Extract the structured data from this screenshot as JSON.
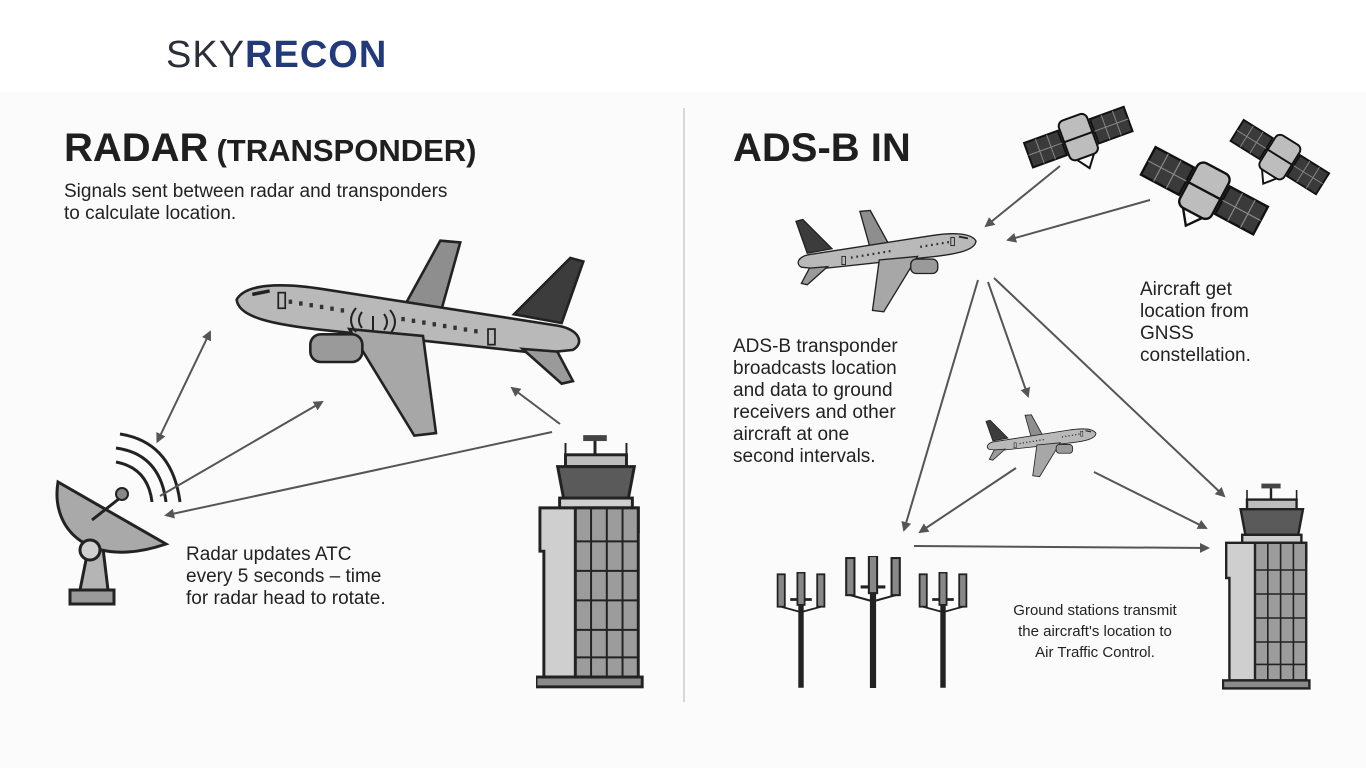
{
  "logo": {
    "part1": "SKY",
    "part2": "RECON"
  },
  "radar": {
    "title": "RADAR",
    "title_sub": "(TRANSPONDER)",
    "description": "Signals sent between radar and transponders\nto calculate location.",
    "update_note": "Radar updates ATC\nevery 5 seconds – time\nfor radar head to rotate."
  },
  "adsb": {
    "title": "ADS-B IN",
    "broadcast_note": "ADS-B transponder\nbroadcasts location\nand data to ground\nreceivers and other\naircraft at one\nsecond intervals.",
    "gnss_note": "Aircraft get\nlocation from\nGNSS\nconstellation.",
    "ground_note": "Ground stations transmit\nthe aircraft's location to\nAir Traffic Control."
  },
  "colors": {
    "logo_dark": "#2b2f3a",
    "logo_accent": "#233a7a",
    "ink": "#1f1f1f",
    "arrow": "#555555"
  },
  "icons": [
    "airplane-icon",
    "radar-dish-icon",
    "control-tower-icon",
    "satellite-icon",
    "antenna-tower-icon",
    "signal-waves-icon"
  ]
}
